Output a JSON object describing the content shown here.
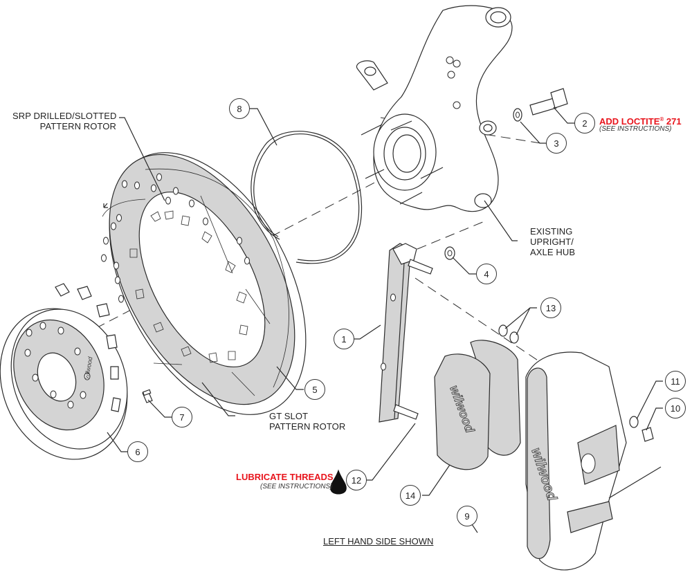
{
  "diagram": {
    "type": "exploded-assembly",
    "orientation_note": "LEFT HAND SIDE SHOWN",
    "colors": {
      "line": "#2b2b2b",
      "part_fill": "#d4d4d4",
      "warning_text": "#e8141c",
      "background": "#ffffff"
    },
    "labels": {
      "srp_rotor": [
        "SRP DRILLED/SLOTTED",
        "PATTERN ROTOR"
      ],
      "gt_rotor": [
        "GT SLOT",
        "PATTERN ROTOR"
      ],
      "existing_hub": [
        "EXISTING",
        "UPRIGHT/",
        "AXLE HUB"
      ]
    },
    "notes": {
      "loctite": {
        "text": "ADD LOCTITE",
        "mark": "®",
        "suffix": " 271",
        "sub": "(SEE INSTRUCTIONS)"
      },
      "lubricate": {
        "text": "LUBRICATE THREADS",
        "sub": "(SEE INSTRUCTIONS)",
        "icon": "oil-drop-icon"
      }
    },
    "brand_marks": {
      "pad": "wilwood",
      "caliper": "wilwood",
      "hat": "wilwood"
    },
    "callouts": [
      {
        "number": "1",
        "part": "caliper-bracket"
      },
      {
        "number": "2",
        "part": "bracket-bolt"
      },
      {
        "number": "3",
        "part": "bolt-washer"
      },
      {
        "number": "4",
        "part": "spacer-washer"
      },
      {
        "number": "5",
        "part": "rotor"
      },
      {
        "number": "6",
        "part": "rotor-hat"
      },
      {
        "number": "7",
        "part": "rotor-bolt"
      },
      {
        "number": "8",
        "part": "retaining-ring"
      },
      {
        "number": "9",
        "part": "caliper"
      },
      {
        "number": "10",
        "part": "caliper-nut"
      },
      {
        "number": "11",
        "part": "caliper-washer"
      },
      {
        "number": "12",
        "part": "mounting-stud"
      },
      {
        "number": "13",
        "part": "shim-washers"
      },
      {
        "number": "14",
        "part": "brake-pads"
      }
    ]
  }
}
